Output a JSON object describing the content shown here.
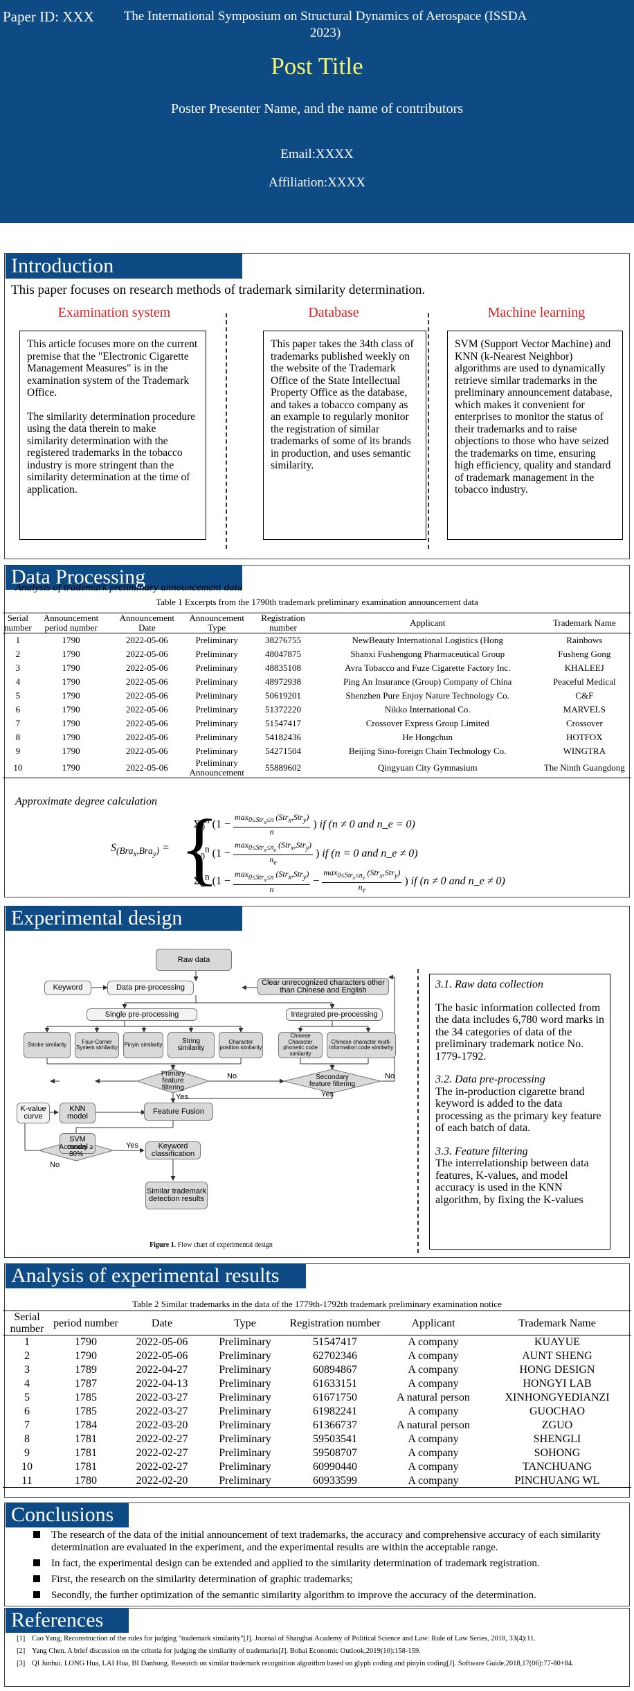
{
  "header": {
    "paper_id": "Paper ID: XXX",
    "conference": "The International Symposium on Structural Dynamics of Aerospace (ISSDA 2023)",
    "post_title": "Post Title",
    "presenter": "Poster Presenter Name,  and the name of contributors",
    "email": "Email:XXXX",
    "affiliation": "Affiliation:XXXX"
  },
  "intro": {
    "heading": "Introduction",
    "lead": "This paper focuses on research methods of trademark similarity determination.",
    "columns": [
      {
        "title": "Examination system",
        "paragraphs": [
          "This article focuses more on the current premise that the \"Electronic Cigarette Management Measures\" is in the examination system of the Trademark Office.",
          "The similarity determination procedure using the data therein to make similarity determination with the registered trademarks in the tobacco industry is more stringent than the similarity determination at the time of application."
        ]
      },
      {
        "title": "Database",
        "paragraphs": [
          "This paper takes the 34th class of trademarks published weekly on the website of the Trademark Office of the State Intellectual Property Office as the database, and takes a tobacco company as an example to regularly monitor the registration of similar trademarks of some of its brands in production, and uses semantic similarity."
        ]
      },
      {
        "title": "Machine learning",
        "paragraphs": [
          "SVM (Support Vector Machine) and KNN (k-Nearest Neighbor) algorithms are used to dynamically retrieve similar trademarks in the preliminary announcement database, which makes it convenient for enterprises to monitor the status of their trademarks and to raise objections to those who have seized the trademarks on time, ensuring high efficiency, quality and standard of trademark management in the tobacco industry."
        ]
      }
    ]
  },
  "data_processing": {
    "heading": "Data Processing",
    "subheading": "Analysis of trademark preliminary announcement data",
    "table_caption": "Table 1 Excerpts from the 1790th trademark preliminary examination announcement data",
    "columns": [
      "Serial number",
      "Announcement period number",
      "Announcement Date",
      "Announcement Type",
      "Registration number",
      "Applicant",
      "Trademark Name"
    ],
    "rows": [
      [
        "1",
        "1790",
        "2022-05-06",
        "Preliminary",
        "38276755",
        "NewBeauty International Logistics (Hong",
        "Rainbows"
      ],
      [
        "2",
        "1790",
        "2022-05-06",
        "Preliminary",
        "48047875",
        "Shanxi Fushengong Pharmaceutical Group",
        "Fusheng Gong"
      ],
      [
        "3",
        "1790",
        "2022-05-06",
        "Preliminary",
        "48835108",
        "Avra Tobacco and Fuze Cigarette Factory Inc.",
        "KHALEEJ"
      ],
      [
        "4",
        "1790",
        "2022-05-06",
        "Preliminary",
        "48972938",
        "Ping An Insurance (Group) Company of China",
        "Peaceful Medical"
      ],
      [
        "5",
        "1790",
        "2022-05-06",
        "Preliminary",
        "50619201",
        "Shenzhen Pure Enjoy Nature Technology Co.",
        "C&F"
      ],
      [
        "6",
        "1790",
        "2022-05-06",
        "Preliminary",
        "51372220",
        "Nikko International Co.",
        "MARVELS"
      ],
      [
        "7",
        "1790",
        "2022-05-06",
        "Preliminary",
        "51547417",
        "Crossover Express Group Limited",
        "Crossover"
      ],
      [
        "8",
        "1790",
        "2022-05-06",
        "Preliminary",
        "54182436",
        "He Hongchun",
        "HOTFOX"
      ],
      [
        "9",
        "1790",
        "2022-05-06",
        "Preliminary",
        "54271504",
        "Beijing Sino-foreign Chain Technology Co.",
        "WINGTRA"
      ],
      [
        "10",
        "1790",
        "2022-05-06",
        "Preliminary Announcement",
        "55889602",
        "Qingyuan City Gymnasium",
        "The Ninth Guangdong"
      ]
    ],
    "approx_label": "Approximate degree calculation",
    "formula": {
      "lhs": "S(Bra_x, Bra_y) =",
      "case1_cond": "if (n ≠ 0 and n_e = 0)",
      "case2_cond": "if (n = 0 and n_e ≠ 0)",
      "case3_cond": "if (n ≠ 0 and n_e ≠ 0)"
    }
  },
  "experimental": {
    "heading": "Experimental design",
    "figure_caption_bold": "Figure 1",
    "figure_caption": ". Flow chart of experimental design",
    "flow": {
      "raw_data": "Raw data",
      "keyword": "Keyword",
      "preprocessing": "Data pre-processing",
      "clear": "Clear unrecognized characters other than Chinese and English",
      "single": "Single pre-processing",
      "integrated": "Integrated pre-processing",
      "stroke": "Stroke similarity",
      "four_corner": "Four-Corner System similarity",
      "pinyin": "Pinyin similarity",
      "string": "String similarity",
      "char_pos": "Character position similarity",
      "phonetic": "Chinese Character phonetic code similarity",
      "multi": "Chinese character multi-information code similarity",
      "kvalue": "K-value curve",
      "knn": "KNN model",
      "primary": "Primary feature filtering",
      "secondary": "Secondary feature filtering",
      "svm": "SVM model",
      "fusion": "Feature Fusion",
      "accuracy": "Accuracy ≥ 80%",
      "kwclass": "Keyword classification",
      "similar": "Similar trademark detection results",
      "yes": "Yes",
      "no": "No"
    },
    "notes": [
      {
        "title": "3.1. Raw data collection",
        "text": "The basic information collected from the data includes 6,780 word marks in the 34 categories of data of the preliminary trademark notice No. 1779-1792."
      },
      {
        "title": "3.2. Data pre-processing",
        "text": "The in-production cigarette brand keyword is added to the data processing as the primary key feature of each batch of data."
      },
      {
        "title": "3.3. Feature filtering",
        "text": "The interrelationship between data features, K-values, and model accuracy is used in the KNN algorithm, by fixing the K-values"
      }
    ]
  },
  "analysis": {
    "heading": "Analysis of experimental results",
    "table_caption": "Table 2 Similar trademarks in the data of the 1779th-1792th trademark preliminary examination notice",
    "columns": [
      "Serial number",
      "period number",
      "Date",
      "Type",
      "Registration number",
      "Applicant",
      "Trademark Name"
    ],
    "rows": [
      [
        "1",
        "1790",
        "2022-05-06",
        "Preliminary",
        "51547417",
        "A company",
        "KUAYUE"
      ],
      [
        "2",
        "1790",
        "2022-05-06",
        "Preliminary",
        "62702346",
        "A company",
        "AUNT SHENG"
      ],
      [
        "3",
        "1789",
        "2022-04-27",
        "Preliminary",
        "60894867",
        "A company",
        "HONG DESIGN"
      ],
      [
        "4",
        "1787",
        "2022-04-13",
        "Preliminary",
        "61633151",
        "A company",
        "HONGYI LAB"
      ],
      [
        "5",
        "1785",
        "2022-03-27",
        "Preliminary",
        "61671750",
        "A natural person",
        "XINHONGYEDIANZI"
      ],
      [
        "6",
        "1785",
        "2022-03-27",
        "Preliminary",
        "61982241",
        "A company",
        "GUOCHAO"
      ],
      [
        "7",
        "1784",
        "2022-03-20",
        "Preliminary",
        "61366737",
        "A natural person",
        "ZGUO"
      ],
      [
        "8",
        "1781",
        "2022-02-27",
        "Preliminary",
        "59503541",
        "A company",
        "SHENGLI"
      ],
      [
        "9",
        "1781",
        "2022-02-27",
        "Preliminary",
        "59508707",
        "A company",
        "SOHONG"
      ],
      [
        "10",
        "1781",
        "2022-02-27",
        "Preliminary",
        "60990440",
        "A company",
        "TANCHUANG"
      ],
      [
        "11",
        "1780",
        "2022-02-20",
        "Preliminary",
        "60933599",
        "A company",
        "PINCHUANG WL"
      ]
    ]
  },
  "conclusions": {
    "heading": "Conclusions",
    "items": [
      "The research of the data of the initial announcement of text trademarks, the accuracy and comprehensive accuracy of each similarity determination are evaluated in the experiment, and the experimental results are within the acceptable range.",
      "In fact, the experimental design can be extended and applied to the similarity determination of trademark registration.",
      "First, the research on the similarity determination of graphic trademarks;",
      "Secondly, the further optimization of the semantic similarity algorithm to improve the accuracy of the determination."
    ]
  },
  "references": {
    "heading": "References",
    "items": [
      {
        "num": "[1]",
        "text": "Cao Yang, Reconstruction of the rules for judging \"trademark similarity\"[J]. Journal of Shanghai Academy of Political Science and Law: Rule of Law Series, 2018, 33(4):11."
      },
      {
        "num": "[2]",
        "text": "Yang Chen. A brief discussion on the criteria for judging the similarity of trademarks[J]. Bohai Economic Outlook,2019(10):158-159."
      },
      {
        "num": "[3]",
        "text": "QI Junhui, LONG Hua, LAI Hua, BI Danhong. Research on similar trademark recognition algorithm based on glyph coding and pinyin coding[J]. Software Guide,2018,17(06):77-80+84."
      }
    ]
  },
  "colors": {
    "banner": "#0e4b85",
    "title_yellow": "#f4f470",
    "red_heading": "#d42020"
  }
}
